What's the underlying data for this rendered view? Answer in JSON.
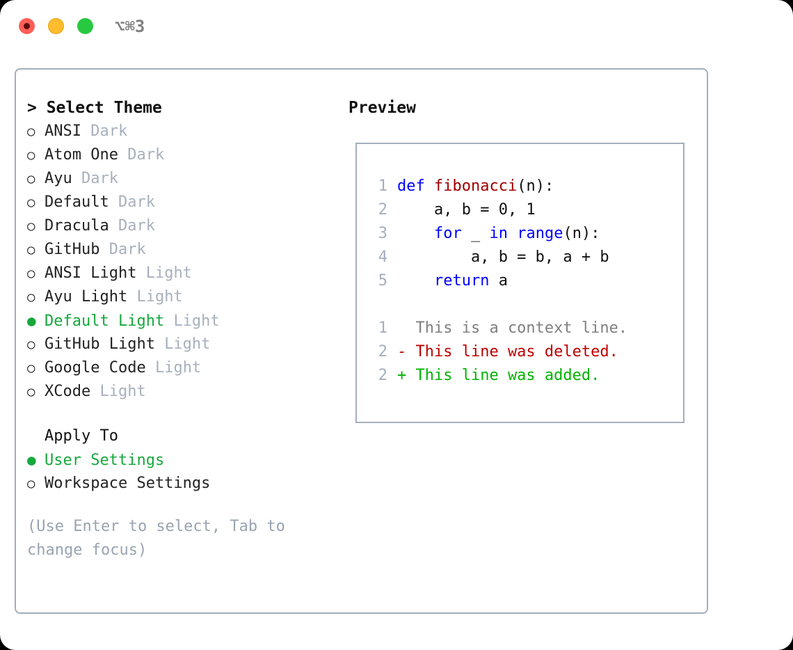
{
  "titlebar": {
    "shortcut": "⌥⌘3",
    "buttons": [
      {
        "name": "close",
        "color": "#ff5f57"
      },
      {
        "name": "minimize",
        "color": "#febc2e"
      },
      {
        "name": "maximize",
        "color": "#28c840"
      }
    ]
  },
  "theme_picker": {
    "header": "> Select Theme",
    "items": [
      {
        "marker": "○",
        "label": "ANSI",
        "suffix": "Dark",
        "selected": false
      },
      {
        "marker": "○",
        "label": "Atom One",
        "suffix": "Dark",
        "selected": false
      },
      {
        "marker": "○",
        "label": "Ayu",
        "suffix": "Dark",
        "selected": false
      },
      {
        "marker": "○",
        "label": "Default",
        "suffix": "Dark",
        "selected": false
      },
      {
        "marker": "○",
        "label": "Dracula",
        "suffix": "Dark",
        "selected": false
      },
      {
        "marker": "○",
        "label": "GitHub",
        "suffix": "Dark",
        "selected": false
      },
      {
        "marker": "○",
        "label": "ANSI Light",
        "suffix": "Light",
        "selected": false
      },
      {
        "marker": "○",
        "label": "Ayu Light",
        "suffix": "Light",
        "selected": false
      },
      {
        "marker": "●",
        "label": "Default Light",
        "suffix": "Light",
        "selected": true
      },
      {
        "marker": "○",
        "label": "GitHub Light",
        "suffix": "Light",
        "selected": false
      },
      {
        "marker": "○",
        "label": "Google Code",
        "suffix": "Light",
        "selected": false
      },
      {
        "marker": "○",
        "label": "XCode",
        "suffix": "Light",
        "selected": false
      }
    ]
  },
  "apply_to": {
    "header": "Apply To",
    "items": [
      {
        "marker": "●",
        "label": "User Settings",
        "selected": true
      },
      {
        "marker": "○",
        "label": "Workspace Settings",
        "selected": false
      }
    ]
  },
  "hint": "(Use Enter to select, Tab to change focus)",
  "preview": {
    "title": "Preview",
    "code_lines": [
      {
        "no": "1",
        "tokens": [
          {
            "t": "def ",
            "c": "kw"
          },
          {
            "t": "fibonacci",
            "c": "fn"
          },
          {
            "t": "(n):",
            "c": "plain"
          }
        ]
      },
      {
        "no": "2",
        "tokens": [
          {
            "t": "    a, b = 0, 1",
            "c": "plain"
          }
        ]
      },
      {
        "no": "3",
        "tokens": [
          {
            "t": "    ",
            "c": "plain"
          },
          {
            "t": "for",
            "c": "kw"
          },
          {
            "t": " _ ",
            "c": "plain"
          },
          {
            "t": "in",
            "c": "kw"
          },
          {
            "t": " ",
            "c": "plain"
          },
          {
            "t": "range",
            "c": "kw"
          },
          {
            "t": "(n):",
            "c": "plain"
          }
        ]
      },
      {
        "no": "4",
        "tokens": [
          {
            "t": "        a, b = b, a + b",
            "c": "plain"
          }
        ]
      },
      {
        "no": "5",
        "tokens": [
          {
            "t": "    ",
            "c": "plain"
          },
          {
            "t": "return",
            "c": "kw"
          },
          {
            "t": " a",
            "c": "plain"
          }
        ]
      }
    ],
    "diff_lines": [
      {
        "no": "1",
        "text": "  This is a context line.",
        "kind": "ctx"
      },
      {
        "no": "2",
        "text": "- This line was deleted.",
        "kind": "del"
      },
      {
        "no": "2",
        "text": "+ This line was added.",
        "kind": "add"
      }
    ]
  },
  "colors": {
    "accent_green": "#16a83c",
    "muted": "#a8b0bd",
    "border": "#a4aebd",
    "keyword_blue": "#0000ff",
    "function_red": "#a00000",
    "diff_add": "#00b300",
    "diff_del": "#c00000"
  }
}
